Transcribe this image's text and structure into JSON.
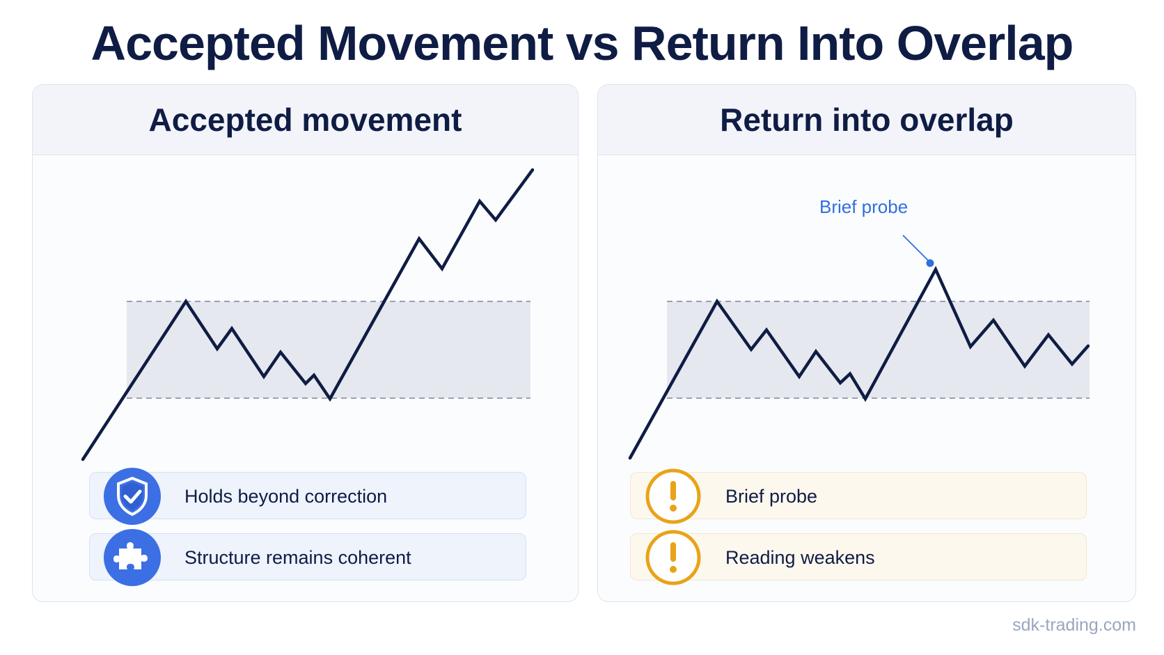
{
  "title": "Accepted Movement vs Return Into Overlap",
  "left_panel": {
    "title": "Accepted movement",
    "items": [
      {
        "label": "Holds beyond correction",
        "icon": "shield-check-icon"
      },
      {
        "label": "Structure remains coherent",
        "icon": "puzzle-piece-icon"
      }
    ]
  },
  "right_panel": {
    "title": "Return into overlap",
    "annotation": "Brief probe",
    "items": [
      {
        "label": "Brief probe",
        "icon": "exclamation-circle-icon"
      },
      {
        "label": "Reading weakens",
        "icon": "exclamation-circle-icon"
      }
    ]
  },
  "footer": "sdk-trading.com",
  "colors": {
    "navy": "#0f1c44",
    "accent_blue": "#2f6fe0",
    "icon_blue": "#3b6fe3",
    "warning_amber": "#e8a317",
    "overlap_zone": "#e6e8ef",
    "zone_border": "#9aa0b0"
  }
}
